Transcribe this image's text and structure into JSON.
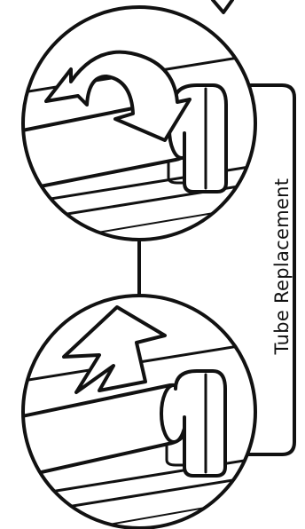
{
  "label": "Tube Replacement",
  "colors": {
    "ink": "#111111",
    "fill": "#ffffff"
  },
  "steps": [
    {
      "name": "rotate-tube",
      "icon": "rotate-arrow-icon"
    },
    {
      "name": "lift-tube",
      "icon": "up-arrow-icon"
    }
  ]
}
